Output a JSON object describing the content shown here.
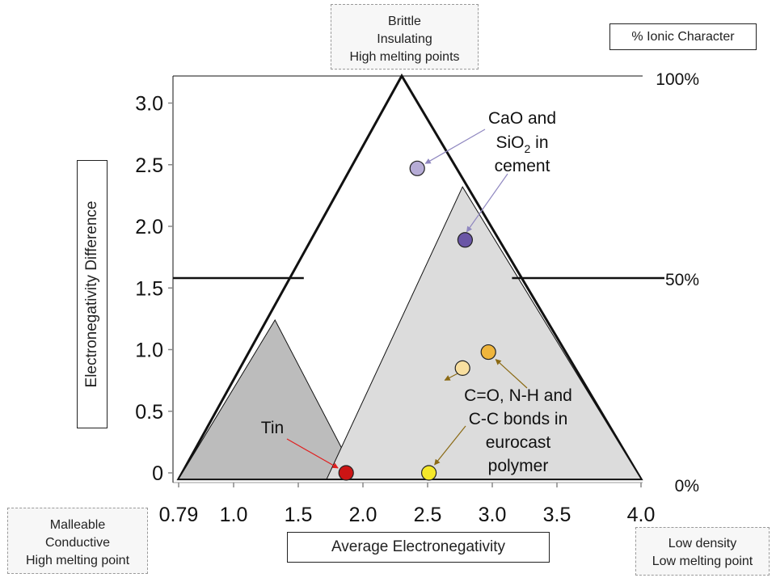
{
  "corners": {
    "top": [
      "Brittle",
      "Insulating",
      "High melting points"
    ],
    "bottom_left": [
      "Malleable",
      "Conductive",
      "High melting point"
    ],
    "bottom_right": [
      "Low density",
      "Low melting point"
    ]
  },
  "ionic_character_label": "% Ionic Character",
  "chart_data": {
    "type": "scatter",
    "title": "",
    "xlabel": "Average Electronegativity",
    "ylabel": "Electronegativity Difference",
    "x_ticks": [
      "0.79",
      "1.0",
      "1.5",
      "2.0",
      "2.5",
      "3.0",
      "3.5",
      "4.0"
    ],
    "y_ticks": [
      "0",
      "0.5",
      "1.0",
      "1.5",
      "2.0",
      "2.5",
      "3.0"
    ],
    "xlim": [
      0.79,
      4.0
    ],
    "ylim": [
      0,
      3.2
    ],
    "grid": false,
    "right_axis_labels": [
      {
        "text": "100%",
        "y": 3.2
      },
      {
        "text": "50%",
        "y": 1.58
      },
      {
        "text": "0%",
        "y": -0.1
      }
    ],
    "regions": [
      {
        "name": "bond triangle",
        "fill": "#ffffff",
        "points": [
          [
            0.79,
            -0.05
          ],
          [
            2.3,
            3.22
          ],
          [
            4.0,
            -0.05
          ]
        ]
      },
      {
        "name": "metallic region",
        "fill": "#bcbcbc",
        "points": [
          [
            0.79,
            -0.05
          ],
          [
            1.32,
            1.24
          ],
          [
            1.96,
            -0.05
          ]
        ]
      },
      {
        "name": "covalent region",
        "fill": "#dcdcdc",
        "points": [
          [
            1.72,
            -0.05
          ],
          [
            2.77,
            2.32
          ],
          [
            4.0,
            -0.05
          ]
        ]
      }
    ],
    "series": [
      {
        "values": [
          {
            "x": 2.42,
            "y": 2.47,
            "color": "#b6acd6"
          },
          {
            "x": 2.79,
            "y": 1.89,
            "color": "#6a56a6"
          },
          {
            "x": 1.87,
            "y": 0.0,
            "color": "#cc1414"
          },
          {
            "x": 2.77,
            "y": 0.85,
            "color": "#f8dfa0"
          },
          {
            "x": 2.97,
            "y": 0.98,
            "color": "#efb53c"
          },
          {
            "x": 2.51,
            "y": 0.0,
            "color": "#f5e82a"
          }
        ]
      }
    ],
    "annotations": [
      {
        "lines": [
          "CaO and",
          "SiO",
          "cement"
        ],
        "subscript": "2",
        "suffix": " in"
      },
      {
        "lines": [
          "C=O, N-H and",
          "C-C bonds in",
          "eurocast",
          "polymer"
        ]
      },
      {
        "lines": [
          "Tin"
        ]
      }
    ]
  },
  "colors": {
    "line": "#111111",
    "cement_arrow": "#8f87c0",
    "tin_arrow": "#e02020",
    "polymer_arrow": "#8b6a14"
  }
}
